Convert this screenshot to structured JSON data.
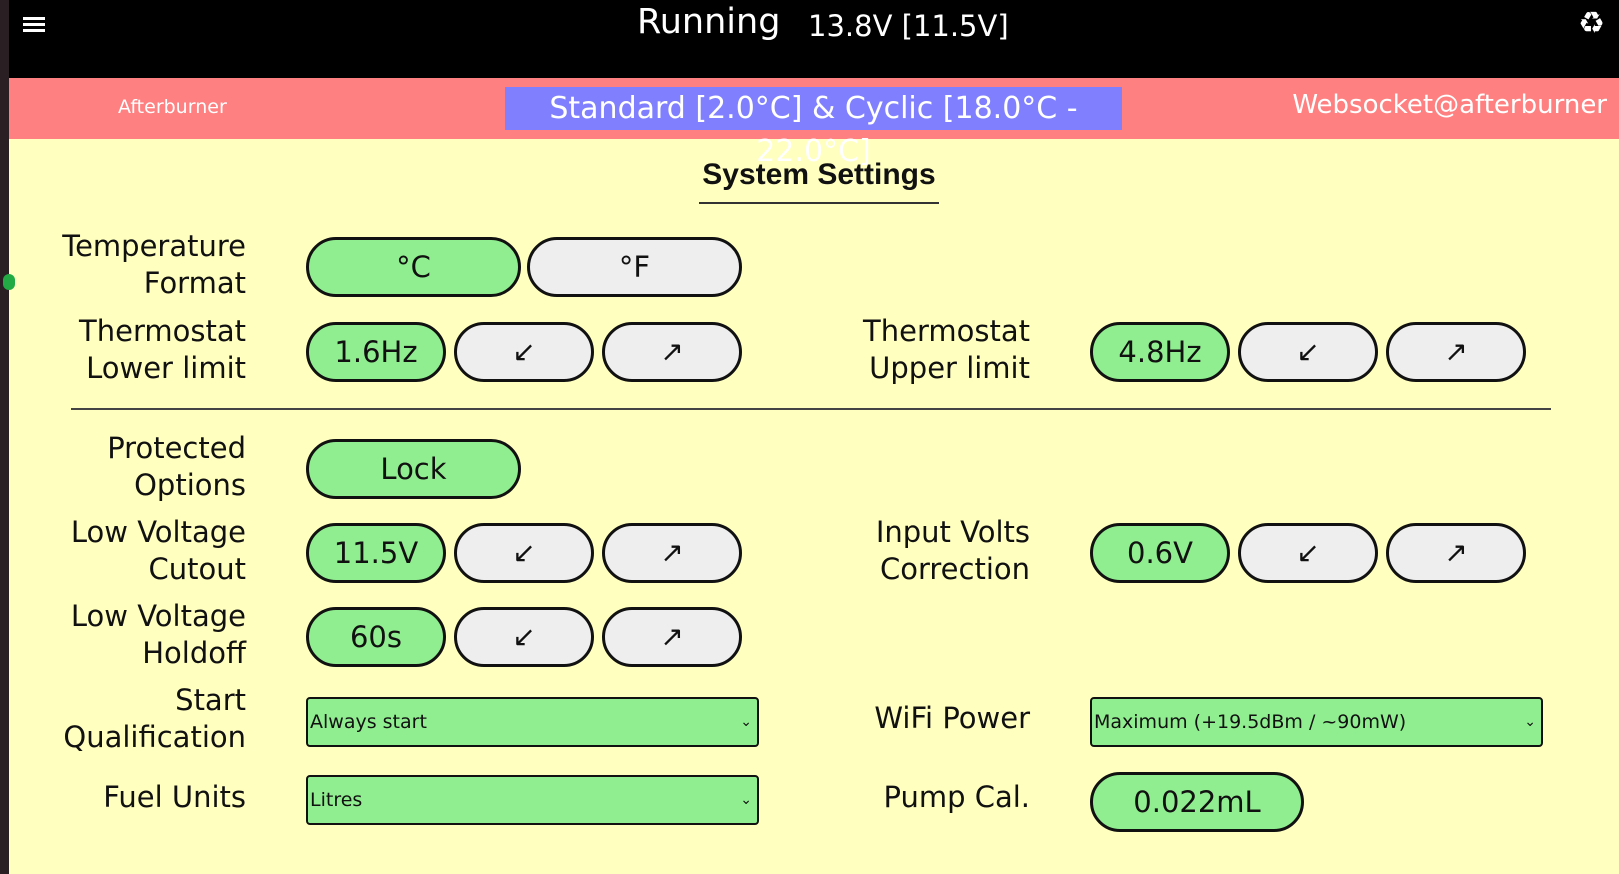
{
  "header": {
    "run_status": "Running",
    "voltage": "13.8V [11.5V]",
    "menu_icon": "hamburger-menu-icon",
    "refresh_icon": "recycle-icon"
  },
  "status_bar": {
    "host_left": "Afterburner",
    "thermostat_mode": "Standard [2.0°C] & Cyclic [18.0°C - 22.0°C]",
    "host_right": "Websocket@afterburner"
  },
  "page": {
    "title": "System Settings"
  },
  "settings": {
    "temp_format": {
      "label1": "Temperature",
      "label2": "Format",
      "celsius": "°C",
      "fahrenheit": "°F",
      "selected": "°C"
    },
    "thermo_lower": {
      "label1": "Thermostat",
      "label2": "Lower limit",
      "value": "1.6Hz",
      "dec": "↙",
      "inc": "↗"
    },
    "thermo_upper": {
      "label1": "Thermostat",
      "label2": "Upper limit",
      "value": "4.8Hz",
      "dec": "↙",
      "inc": "↗"
    },
    "protected": {
      "label1": "Protected",
      "label2": "Options",
      "value": "Lock"
    },
    "lv_cutout": {
      "label1": "Low Voltage",
      "label2": "Cutout",
      "value": "11.5V",
      "dec": "↙",
      "inc": "↗"
    },
    "input_volts": {
      "label1": "Input Volts",
      "label2": "Correction",
      "value": "0.6V",
      "dec": "↙",
      "inc": "↗"
    },
    "lv_holdoff": {
      "label1": "Low Voltage",
      "label2": "Holdoff",
      "value": "60s",
      "dec": "↙",
      "inc": "↗"
    },
    "start_qual": {
      "label1": "Start",
      "label2": "Qualification",
      "value": "Always start"
    },
    "wifi_power": {
      "label": "WiFi Power",
      "value": "Maximum (+19.5dBm / ~90mW)"
    },
    "fuel_units": {
      "label": "Fuel Units",
      "value": "Litres"
    },
    "pump_cal": {
      "label": "Pump Cal.",
      "value": "0.022mL"
    }
  },
  "colors": {
    "active": "#90ee90",
    "inactive": "#eeeeee",
    "background": "#ffffc0",
    "status_bar": "#ff8080",
    "mode_badge": "#8080ff"
  }
}
